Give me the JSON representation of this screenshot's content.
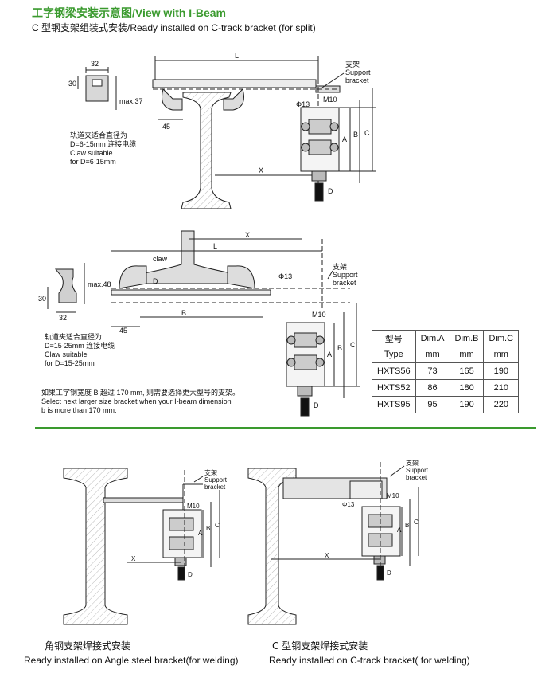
{
  "header": {
    "title": "工字钢梁安装示意图/View with I-Beam",
    "subtitle": "C 型钢支架组装式安装/Ready installed on C-track bracket (for split)"
  },
  "diagram1": {
    "dim_L": "L",
    "dim_X": "X",
    "dim_A": "A",
    "dim_B": "B",
    "dim_C": "C",
    "dim_D": "D",
    "dim_45": "45",
    "phi13": "Φ13",
    "m10": "M10",
    "support_cn": "支架",
    "support_en1": "Support",
    "support_en2": "bracket",
    "claw_w": "32",
    "claw_h": "30",
    "claw_max": "max.37",
    "note": [
      "轨道夹适合直径为",
      "D=6-15mm 连接电缆",
      "Claw suitable",
      "for D=6-15mm"
    ]
  },
  "diagram2": {
    "dim_L": "L",
    "dim_X": "X",
    "dim_A": "A",
    "dim_B": "B",
    "dim_C": "C",
    "dim_D": "D",
    "dim_45": "45",
    "dim_Bbottom": "B",
    "phi13": "Φ13",
    "m10": "M10",
    "claw": "claw",
    "support_cn": "支架",
    "support_en1": "Support",
    "support_en2": "bracket",
    "claw_w": "32",
    "claw_h": "30",
    "claw_max": "max.48",
    "note": [
      "轨道夹适合直径为",
      "D=15-25mm 连接电缆",
      "Claw suitable",
      "for D=15-25mm"
    ],
    "warning": [
      "如果工字钢宽度 B 超过 170 mm, 则需要选择更大型号的支架。",
      "Select next larger size bracket when your I-beam dimension",
      "b is more than 170 mm."
    ]
  },
  "table": {
    "headers": [
      "型号",
      "Dim.A",
      "Dim.B",
      "Dim.C"
    ],
    "header2": [
      "Type",
      "mm",
      "mm",
      "mm"
    ],
    "rows": [
      [
        "HXTS56",
        "73",
        "165",
        "190"
      ],
      [
        "HXTS52",
        "86",
        "180",
        "210"
      ],
      [
        "HXTS95",
        "95",
        "190",
        "220"
      ]
    ]
  },
  "diagram3": {
    "support_cn": "支架",
    "support_en1": "Support",
    "support_en2": "bracket",
    "m10": "M10",
    "dim_X": "X",
    "dim_A": "A",
    "dim_B": "B",
    "dim_C": "C",
    "dim_D": "D",
    "caption_cn": "角钢支架焊接式安装",
    "caption_en": "Ready installed on Angle steel bracket(for welding)"
  },
  "diagram4": {
    "support_cn": "支架",
    "support_en1": "Support",
    "support_en2": "bracket",
    "m10": "M10",
    "phi13": "Φ13",
    "dim_X": "X",
    "dim_A": "A",
    "dim_B": "B",
    "dim_C": "C",
    "dim_D": "D",
    "caption_cn": "C 型钢支架焊接式安装",
    "caption_en": "Ready installed on C-track bracket( for welding)"
  }
}
